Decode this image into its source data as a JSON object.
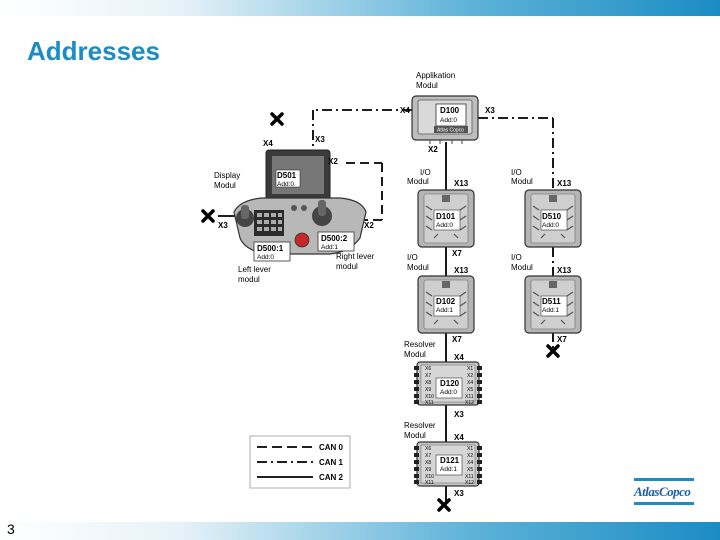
{
  "slide": {
    "title": "Addresses",
    "page_number": "3",
    "logo_text": "AtlasCopco"
  },
  "modules": {
    "applikation": {
      "label_line1": "Applikation",
      "label_line2": "Modul",
      "id": "D100",
      "addr": "Add:0",
      "subtext": "Atlas Copco"
    },
    "display": {
      "label_line1": "Display",
      "label_line2": "Modul",
      "id": "D501",
      "addr": "Add:0"
    },
    "right_lever": {
      "label_line1": "Right lever",
      "label_line2": "modul",
      "id": "D500:2",
      "addr": "Add:1"
    },
    "left_lever": {
      "label_line1": "Left lever",
      "label_line2": "modul",
      "id": "D500:1",
      "addr": "Add:0"
    },
    "io1": {
      "label_line1": "I/O",
      "label_line2": "Modul",
      "id": "D101",
      "addr": "Add:0"
    },
    "io2": {
      "label_line1": "I/O",
      "label_line2": "Modul",
      "id": "D102",
      "addr": "Add:1"
    },
    "io3": {
      "label_line1": "I/O",
      "label_line2": "Modul",
      "id": "D510",
      "addr": "Add:0"
    },
    "io4": {
      "label_line1": "I/O",
      "label_line2": "Modul",
      "id": "D511",
      "addr": "Add:1"
    },
    "resolver1": {
      "label_line1": "Resolver",
      "label_line2": "Modul",
      "id": "D120",
      "addr": "Add:0"
    },
    "resolver2": {
      "label_line1": "Resolver",
      "label_line2": "Modul",
      "id": "D121",
      "addr": "Add:1"
    }
  },
  "connectors": {
    "x2": "X2",
    "x3": "X3",
    "x4": "X4",
    "x7": "X7",
    "x13": "X13",
    "r_left": [
      "X6",
      "X7",
      "X8",
      "X9",
      "X10",
      "X11"
    ],
    "r_right": [
      "X1",
      "X2",
      "X4",
      "X5",
      "X11",
      "X12"
    ]
  },
  "legend": {
    "can0": "CAN 0",
    "can1": "CAN 1",
    "can2": "CAN 2"
  }
}
